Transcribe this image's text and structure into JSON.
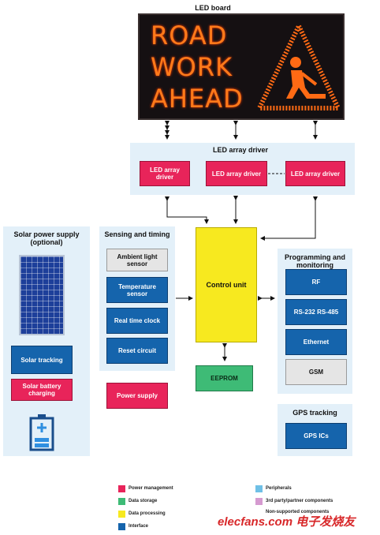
{
  "led_board": {
    "title": "LED board",
    "line1": "ROAD",
    "line2": "WORK",
    "line3": "AHEAD"
  },
  "led_driver": {
    "title": "LED array driver",
    "driver1": "LED array driver",
    "driver2": "LED array driver",
    "driver3": "LED array driver"
  },
  "solar": {
    "title": "Solar power supply (optional)",
    "tracking": "Solar tracking",
    "charging": "Solar battery charging"
  },
  "sensing": {
    "title": "Sensing and timing",
    "ambient": "Ambient light sensor",
    "temperature": "Temperature sensor",
    "rtc": "Real time clock",
    "reset": "Reset circuit"
  },
  "power_supply": "Power supply",
  "control_unit": "Control unit",
  "eeprom": "EEPROM",
  "programming": {
    "title": "Programming and monitoring",
    "rf": "RF",
    "rs": "RS-232 RS-485",
    "ethernet": "Ethernet",
    "gsm": "GSM"
  },
  "gps": {
    "title": "GPS tracking",
    "ics": "GPS ICs"
  },
  "legend": {
    "power": "Power management",
    "storage": "Data storage",
    "processing": "Data processing",
    "interface": "Interface",
    "peripherals": "Peripherals",
    "partner": "3rd party/partner components",
    "nonsupported": "Non-supported components"
  },
  "colors": {
    "power": "#e8245a",
    "storage": "#3ebb76",
    "processing": "#f7e91f",
    "interface": "#1564ac",
    "peripherals": "#6fc0e6",
    "partner": "#d59ad0"
  },
  "watermark": "elecfans.com 电子发烧友"
}
